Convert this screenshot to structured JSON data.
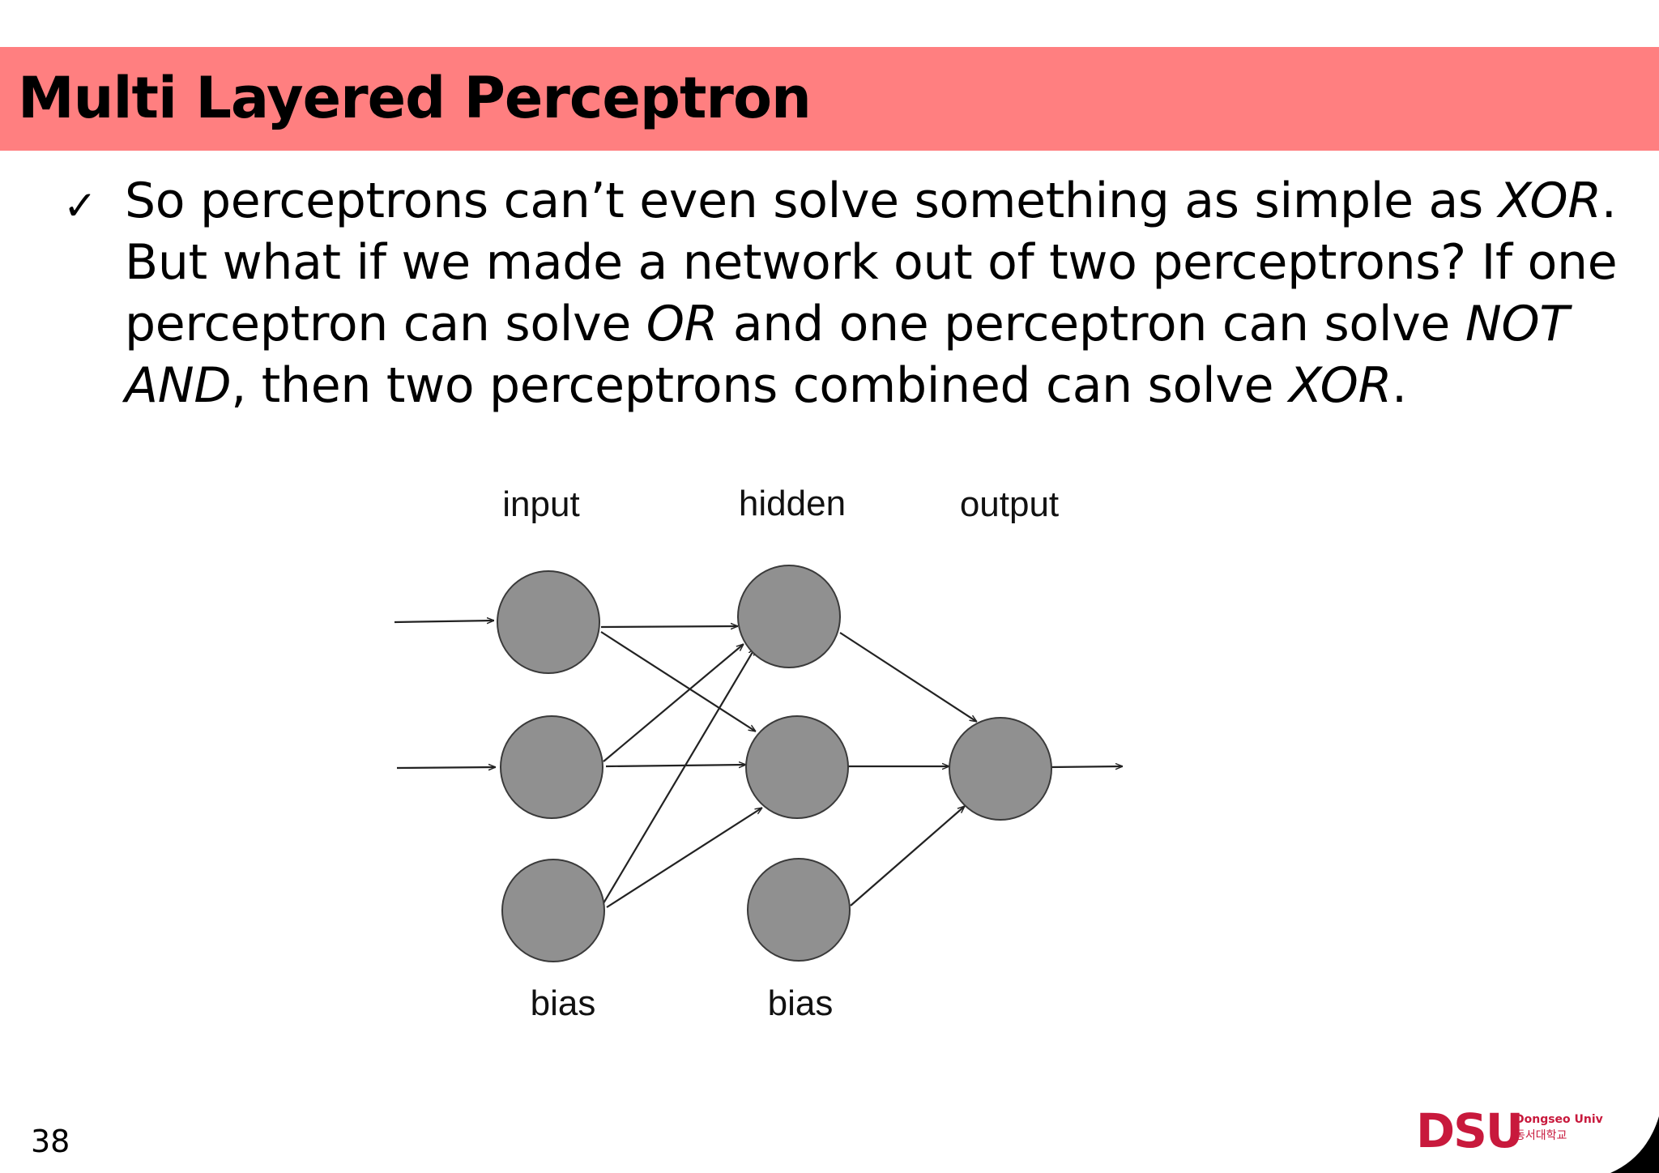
{
  "slide": {
    "title": "Multi Layered Perceptron",
    "page_number": "38"
  },
  "bullet": {
    "icon": "checkmark-icon",
    "segments": [
      {
        "text": "So perceptrons can’t even solve something as simple as ",
        "italic": false
      },
      {
        "text": "XOR",
        "italic": true
      },
      {
        "text": ". But what if we made a network out of two perceptrons? If one perceptron can solve ",
        "italic": false
      },
      {
        "text": "OR",
        "italic": true
      },
      {
        "text": " and one perceptron can solve ",
        "italic": false
      },
      {
        "text": "NOT AND",
        "italic": true
      },
      {
        "text": ", then two perceptrons combined can solve ",
        "italic": false
      },
      {
        "text": "XOR",
        "italic": true
      },
      {
        "text": ".",
        "italic": false
      }
    ]
  },
  "diagram": {
    "layer_labels": {
      "input": "input",
      "hidden": "hidden",
      "output": "output"
    },
    "bias_labels": {
      "input_bias": "bias",
      "hidden_bias": "bias"
    },
    "node_color": "#909090"
  },
  "logo": {
    "mark": "DSU",
    "name_en": "Dongseo Univ",
    "name_ko": "동서대학교",
    "color": "#c8193c"
  }
}
